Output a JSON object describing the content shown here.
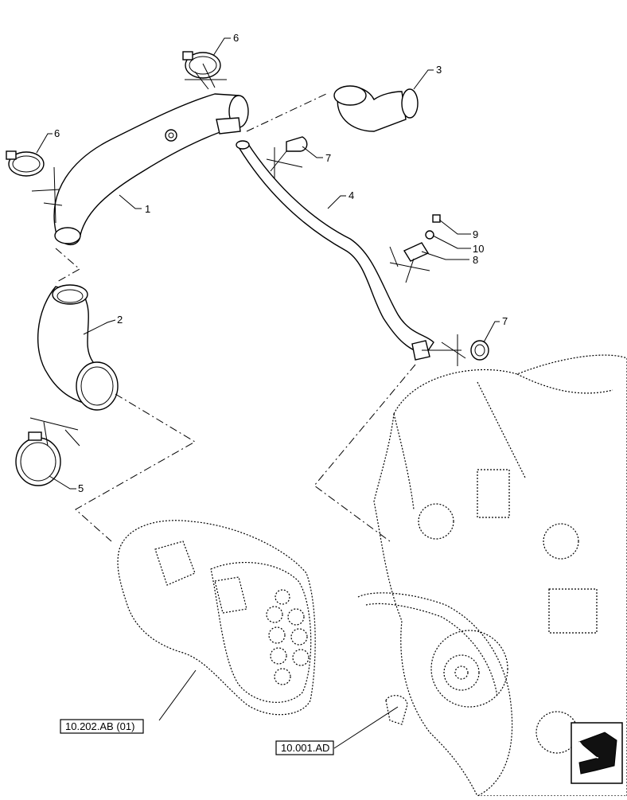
{
  "callouts": [
    {
      "id": "c1",
      "label": "1"
    },
    {
      "id": "c2",
      "label": "2"
    },
    {
      "id": "c3",
      "label": "3"
    },
    {
      "id": "c4",
      "label": "4"
    },
    {
      "id": "c5",
      "label": "5"
    },
    {
      "id": "c6a",
      "label": "6"
    },
    {
      "id": "c6b",
      "label": "6"
    },
    {
      "id": "c7a",
      "label": "7"
    },
    {
      "id": "c7b",
      "label": "7"
    },
    {
      "id": "c8",
      "label": "8"
    },
    {
      "id": "c9",
      "label": "9"
    },
    {
      "id": "c10",
      "label": "10"
    }
  ],
  "references": {
    "left": "10.202.AB (01)",
    "right": "10.001.AD"
  },
  "nav_icon": "arrow-icon"
}
